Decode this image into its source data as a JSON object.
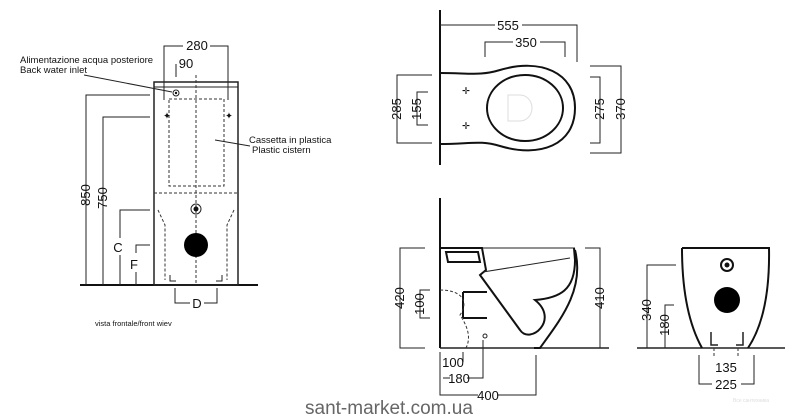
{
  "front_view": {
    "caption": "vista frontale/front wiev",
    "notes": {
      "water_inlet_it": "Alimentazione acqua posteriore",
      "water_inlet_en": "Back water inlet",
      "cistern_it": "Cassetta in plastica",
      "cistern_en": "Plastic cistern"
    },
    "dims": {
      "width": "280",
      "inlet_offset": "90",
      "height_total": "850",
      "height_body": "750",
      "c": "C",
      "f": "F",
      "d": "D"
    }
  },
  "top_view": {
    "dims": {
      "length": "555",
      "seat": "350",
      "depth_left": "285",
      "holes": "155",
      "inner": "275",
      "outer": "370"
    }
  },
  "side_view": {
    "dims": {
      "height_left": "420",
      "outlet_h": "100",
      "height_right": "410",
      "b100": "100",
      "b180": "180",
      "b400": "400"
    }
  },
  "back_view": {
    "dims": {
      "inlet_h": "340",
      "outlet_h": "180",
      "fix_inner": "135",
      "fix_outer": "225"
    }
  },
  "watermark": "sant-market.com.ua",
  "logo_text": "Все сантехника"
}
